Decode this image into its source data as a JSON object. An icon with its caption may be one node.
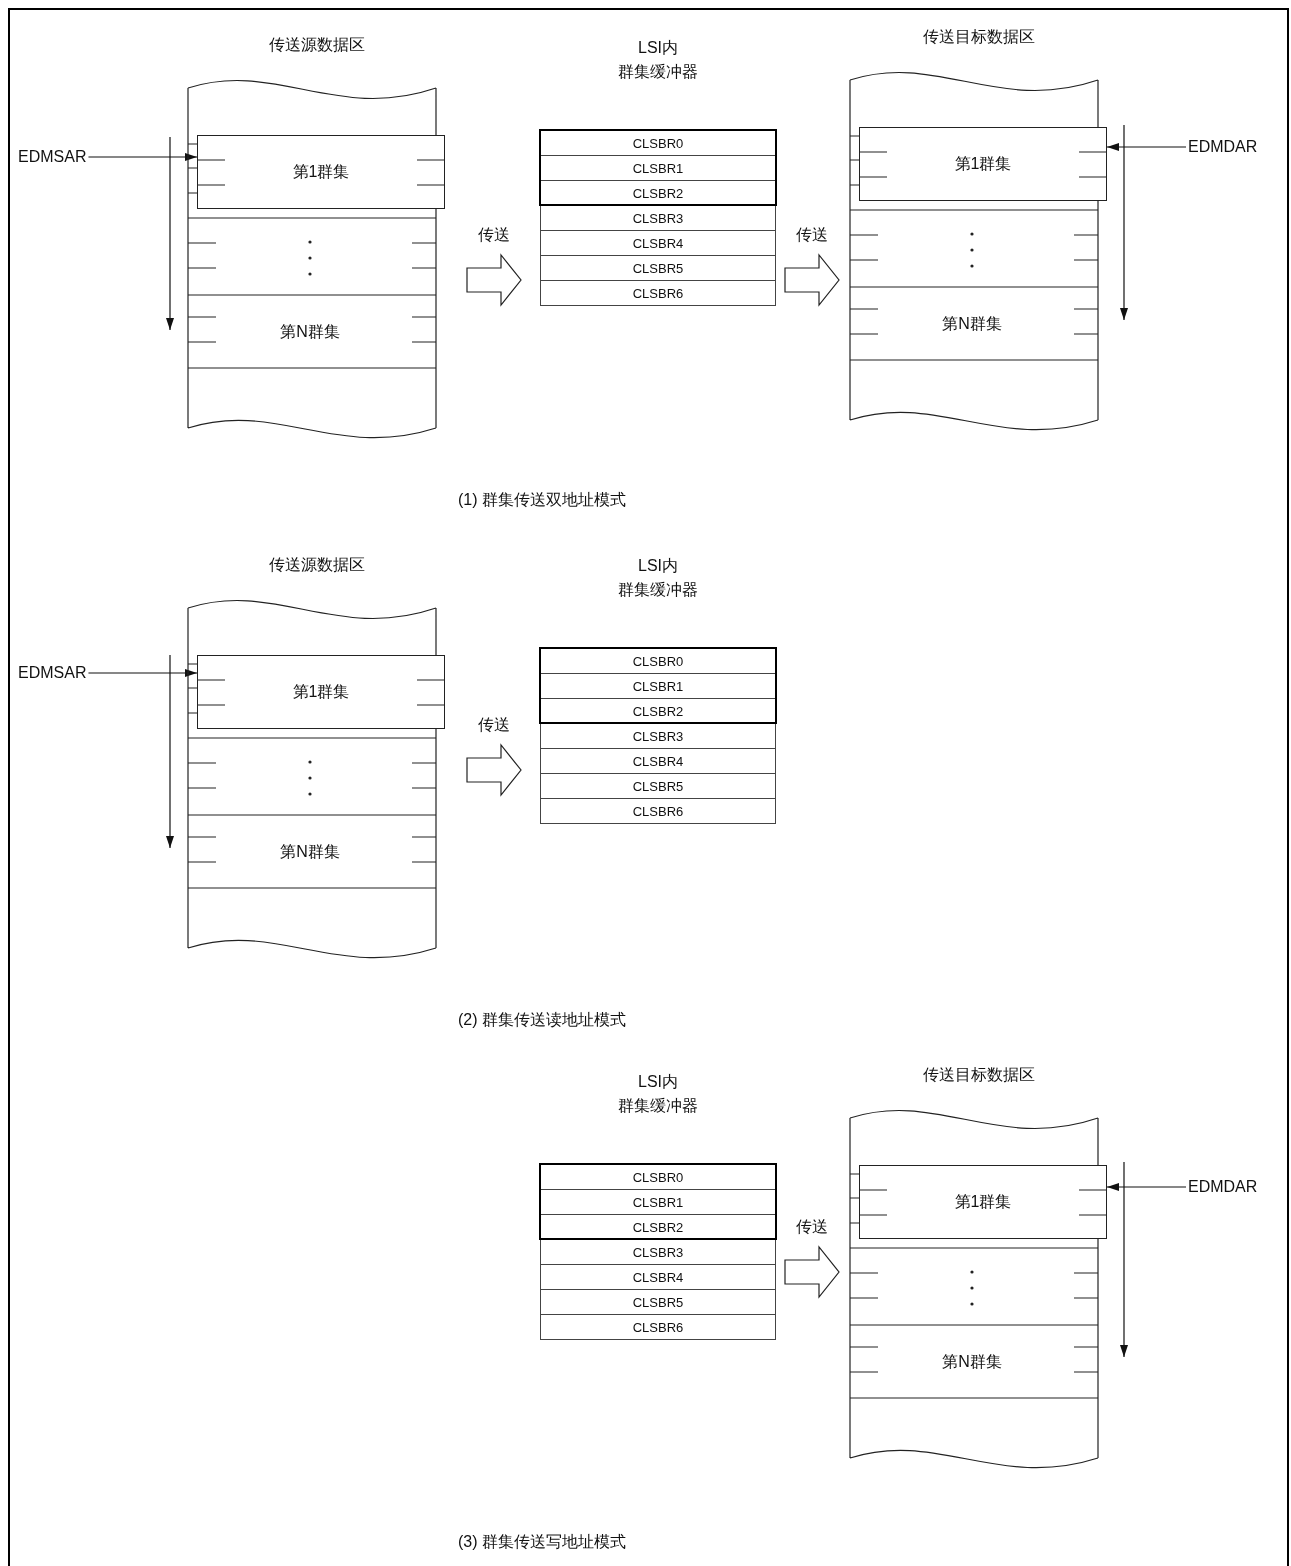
{
  "diagram": {
    "nodes": [
      {
        "text": [
          "传送源数据区"
        ]
      },
      {
        "text": [
          "第1群集"
        ],
        "in": 0
      },
      {
        "text": [
          "第N群集"
        ],
        "in": 0
      },
      {
        "text": [
          "LSI内",
          "群集缓冲器"
        ]
      },
      {
        "text": [
          "CLSBR0"
        ],
        "in": 3
      },
      {
        "text": [
          "CLSBR1"
        ],
        "in": 3
      },
      {
        "text": [
          "CLSBR2"
        ],
        "in": 3
      },
      {
        "text": [
          "CLSBR3"
        ],
        "in": 3
      },
      {
        "text": [
          "CLSBR4"
        ],
        "in": 3
      },
      {
        "text": [
          "CLSBR5"
        ],
        "in": 3
      },
      {
        "text": [
          "CLSBR6"
        ],
        "in": 3
      },
      {
        "text": [
          "传送目标数据区"
        ]
      },
      {
        "text": [
          "第1群集"
        ],
        "in": 11
      },
      {
        "text": [
          "第N群集"
        ],
        "in": 11
      },
      {
        "text": [
          "EDMSAR"
        ]
      },
      {
        "text": [
          "EDMDAR"
        ]
      },
      {
        "text": [
          "传送源数据区"
        ]
      },
      {
        "text": [
          "第1群集"
        ],
        "in": 16
      },
      {
        "text": [
          "第N群集"
        ],
        "in": 16
      },
      {
        "text": [
          "LSI内",
          "群集缓冲器"
        ]
      },
      {
        "text": [
          "CLSBR0"
        ],
        "in": 19
      },
      {
        "text": [
          "CLSBR1"
        ],
        "in": 19
      },
      {
        "text": [
          "CLSBR2"
        ],
        "in": 19
      },
      {
        "text": [
          "CLSBR3"
        ],
        "in": 19
      },
      {
        "text": [
          "CLSBR4"
        ],
        "in": 19
      },
      {
        "text": [
          "CLSBR5"
        ],
        "in": 19
      },
      {
        "text": [
          "CLSBR6"
        ],
        "in": 19
      },
      {
        "text": [
          "EDMSAR"
        ]
      },
      {
        "text": [
          "LSI内",
          "群集缓冲器"
        ]
      },
      {
        "text": [
          "CLSBR0"
        ],
        "in": 28
      },
      {
        "text": [
          "CLSBR1"
        ],
        "in": 28
      },
      {
        "text": [
          "CLSBR2"
        ],
        "in": 28
      },
      {
        "text": [
          "CLSBR3"
        ],
        "in": 28
      },
      {
        "text": [
          "CLSBR4"
        ],
        "in": 28
      },
      {
        "text": [
          "CLSBR5"
        ],
        "in": 28
      },
      {
        "text": [
          "CLSBR6"
        ],
        "in": 28
      },
      {
        "text": [
          "传送目标数据区"
        ]
      },
      {
        "text": [
          "第1群集"
        ],
        "in": 36
      },
      {
        "text": [
          "第N群集"
        ],
        "in": 36
      },
      {
        "text": [
          "EDMDAR"
        ]
      }
    ],
    "edges": [
      {
        "from": 14,
        "to": 1,
        "arrow": "to"
      },
      {
        "from": 0,
        "to": 3,
        "arrow": "to",
        "label": "传送",
        "style": "thick"
      },
      {
        "from": 3,
        "to": 11,
        "arrow": "to",
        "label": "传送",
        "style": "thick"
      },
      {
        "from": 15,
        "to": 12,
        "arrow": "to"
      },
      {
        "from": 27,
        "to": 17,
        "arrow": "to"
      },
      {
        "from": 16,
        "to": 19,
        "arrow": "to",
        "label": "传送",
        "style": "thick"
      },
      {
        "from": 28,
        "to": 36,
        "arrow": "to",
        "label": "传送",
        "style": "thick"
      },
      {
        "from": 39,
        "to": 37,
        "arrow": "to"
      }
    ],
    "labels": [
      "(1) 群集传送双地址模式",
      "(2) 群集传送读地址模式",
      "(3) 群集传送写地址模式"
    ]
  }
}
